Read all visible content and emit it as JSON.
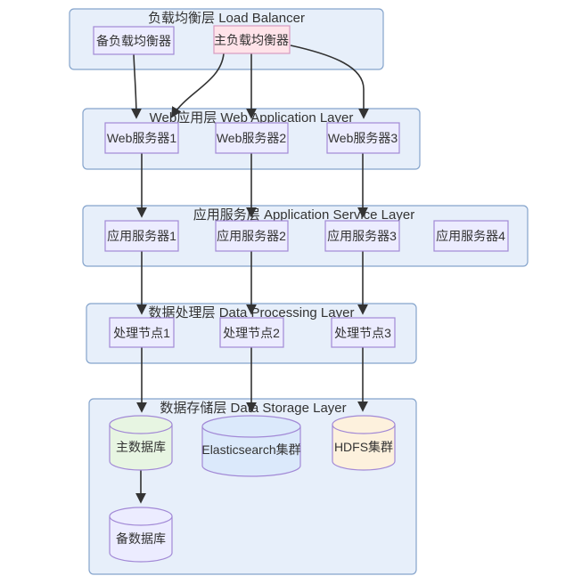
{
  "diagram": {
    "type": "layered-architecture-flowchart",
    "layers": {
      "lb": {
        "title": "负载均衡层 Load Balancer",
        "nodes": [
          "backup_lb",
          "main_lb"
        ]
      },
      "web": {
        "title": "Web应用层 Web Application Layer",
        "nodes": [
          "web1",
          "web2",
          "web3"
        ]
      },
      "app": {
        "title": "应用服务层 Application Service Layer",
        "nodes": [
          "app1",
          "app2",
          "app3",
          "app4"
        ]
      },
      "proc": {
        "title": "数据处理层 Data Processing Layer",
        "nodes": [
          "proc1",
          "proc2",
          "proc3"
        ]
      },
      "storage": {
        "title": "数据存储层 Data Storage Layer",
        "nodes": [
          "db_main",
          "es",
          "hdfs",
          "db_backup"
        ]
      }
    },
    "nodes": {
      "backup_lb": {
        "label": "备负载均衡器",
        "shape": "rect",
        "fill": "#ECECFF"
      },
      "main_lb": {
        "label": "主负载均衡器",
        "shape": "rect",
        "fill": "#ffe3e9"
      },
      "web1": {
        "label": "Web服务器1",
        "shape": "rect",
        "fill": "#ECECFF"
      },
      "web2": {
        "label": "Web服务器2",
        "shape": "rect",
        "fill": "#ECECFF"
      },
      "web3": {
        "label": "Web服务器3",
        "shape": "rect",
        "fill": "#ECECFF"
      },
      "app1": {
        "label": "应用服务器1",
        "shape": "rect",
        "fill": "#ECECFF"
      },
      "app2": {
        "label": "应用服务器2",
        "shape": "rect",
        "fill": "#ECECFF"
      },
      "app3": {
        "label": "应用服务器3",
        "shape": "rect",
        "fill": "#ECECFF"
      },
      "app4": {
        "label": "应用服务器4",
        "shape": "rect",
        "fill": "#ECECFF"
      },
      "proc1": {
        "label": "处理节点1",
        "shape": "rect",
        "fill": "#ECECFF"
      },
      "proc2": {
        "label": "处理节点2",
        "shape": "rect",
        "fill": "#ECECFF"
      },
      "proc3": {
        "label": "处理节点3",
        "shape": "rect",
        "fill": "#ECECFF"
      },
      "db_main": {
        "label": "主数据库",
        "shape": "cylinder",
        "fill": "#e7f5e2"
      },
      "es": {
        "label": "Elasticsearch集群",
        "shape": "cylinder",
        "fill": "#dbe9fb"
      },
      "hdfs": {
        "label": "HDFS集群",
        "shape": "cylinder",
        "fill": "#fdf1dd"
      },
      "db_backup": {
        "label": "备数据库",
        "shape": "cylinder",
        "fill": "#ECECFF"
      }
    },
    "edges": [
      {
        "from": "backup_lb",
        "to": "web1"
      },
      {
        "from": "main_lb",
        "to": "web1"
      },
      {
        "from": "main_lb",
        "to": "web2"
      },
      {
        "from": "main_lb",
        "to": "web3"
      },
      {
        "from": "web1",
        "to": "app1"
      },
      {
        "from": "web2",
        "to": "app2"
      },
      {
        "from": "web3",
        "to": "app3"
      },
      {
        "from": "app1",
        "to": "proc1"
      },
      {
        "from": "app2",
        "to": "proc2"
      },
      {
        "from": "app3",
        "to": "proc3"
      },
      {
        "from": "proc1",
        "to": "db_main"
      },
      {
        "from": "proc2",
        "to": "es"
      },
      {
        "from": "proc3",
        "to": "hdfs"
      },
      {
        "from": "db_main",
        "to": "db_backup"
      }
    ],
    "colors": {
      "layer_fill": "#e7effa",
      "layer_border": "#85a4cc",
      "node_fill": "#ECECFF",
      "node_border": "#a289d6",
      "main_lb_fill": "#ffe3e9",
      "main_lb_border": "#d79bc0",
      "db_main_fill": "#e7f5e2",
      "es_fill": "#dbe9fb",
      "hdfs_fill": "#fdf1dd",
      "edge_color": "#333333",
      "text_color": "#333333"
    }
  }
}
